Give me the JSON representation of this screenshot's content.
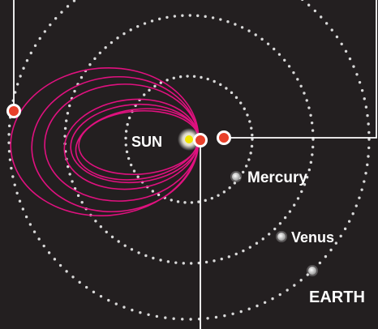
{
  "labels": {
    "sun": "SUN",
    "mercury": "Mercury",
    "venus": "Venus",
    "earth": "EARTH"
  },
  "colors": {
    "background": "#231f20",
    "orbit_dots": "#d9d9d9",
    "probe_orbit": "#e0117f",
    "marker": "#e8402a",
    "sun_core": "#f2e600",
    "sun_glow": "#ffffff",
    "leader_line": "#ffffff"
  },
  "icons": {
    "sun": "sun-icon",
    "planets": "planet-icon",
    "markers": "position-marker-icon"
  }
}
